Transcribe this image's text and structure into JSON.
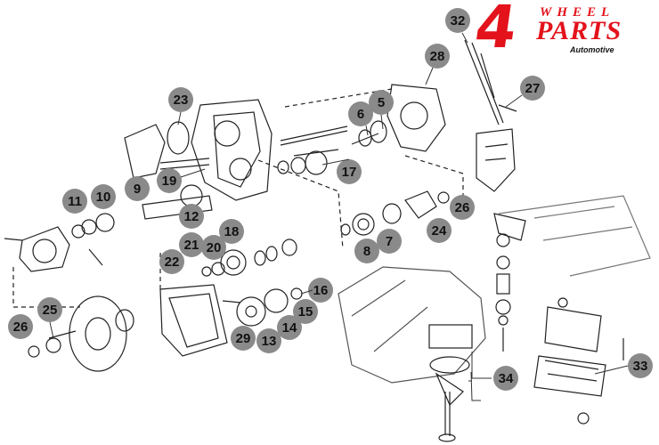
{
  "logo": {
    "numeral": "4",
    "word_top": "WHEEL",
    "word_main": "PARTS",
    "tagline": "Automotive",
    "brand_color": "#e3121b"
  },
  "callout_style": {
    "fill": "#8a8a8a",
    "text_color": "#111111"
  },
  "callouts": [
    "32",
    "28",
    "5",
    "6",
    "27",
    "23",
    "19",
    "9",
    "17",
    "11",
    "10",
    "12",
    "26",
    "24",
    "21",
    "18",
    "20",
    "22",
    "8",
    "7",
    "16",
    "15",
    "14",
    "13",
    "29",
    "25",
    "26",
    "34",
    "33"
  ]
}
